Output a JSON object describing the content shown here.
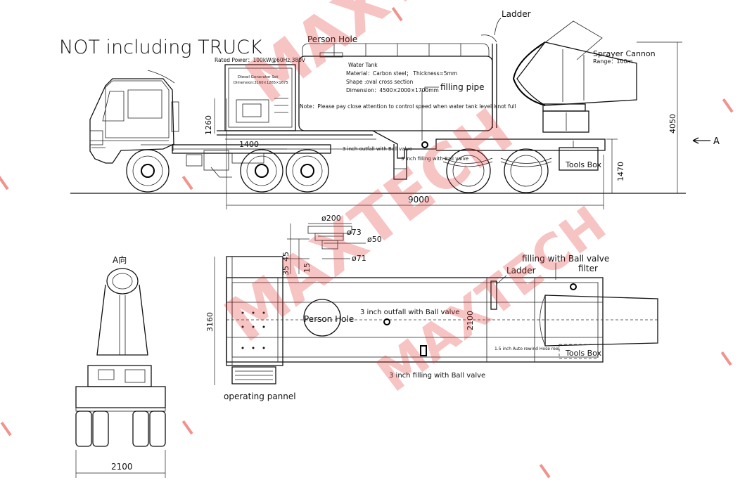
{
  "header": {
    "note": "NOT including TRUCK"
  },
  "side_view": {
    "rated_power": "Rated Power：100kW@60Hz,380V",
    "generator_label_1": "Diesel Generator Set",
    "generator_label_2": "Dimension:3160×1265×1675",
    "person_hole": "Person Hole",
    "ladder": "Ladder",
    "sprayer": "Sprayer Cannon",
    "range": "Range：100m",
    "tank_title": "Water Tank",
    "tank_material": "Material：Carbon steel； Thickness=5mm",
    "tank_shape": "Shape :oval cross section",
    "tank_dimension": "Dimension：4500×2000×1700mm",
    "filling_pipe": "filling pipe",
    "note": "Note：Please pay close attention to control speed when water tank level isnot full",
    "outfall": "3 inch outfall with Ball valve",
    "filling_ball": "3 inch filling with Ball valve",
    "tools_box": "Tools Box",
    "arrow_label": "A",
    "dim_1260": "1260",
    "dim_1400": "1400",
    "dim_1470": "1470",
    "dim_4050": "4050",
    "dim_9000": "9000"
  },
  "detail": {
    "d200": "ø200",
    "d73": "ø73",
    "d50": "ø50",
    "d71": "ø71",
    "h45": "45",
    "h35": "35",
    "h15": "15"
  },
  "top_view": {
    "filling_ball_valve": "filling with Ball valve",
    "ladder": "Ladder",
    "filter": "filter",
    "person_hole": "Person Hole",
    "outfall": "3 inch outfall  with Ball valve",
    "filling": "3 inch filling with Ball valve",
    "hose_reel": "1.5 inch Auto rewind Hose reel",
    "tools_box": "Tools Box",
    "operating_panel": "operating pannel",
    "dim_3160": "3160",
    "dim_2100": "2100"
  },
  "end_view": {
    "title": "A向",
    "dim_2100": "2100"
  },
  "watermark": {
    "text": "MAXTECH"
  },
  "colors": {
    "line": "#111111",
    "watermark": "#e0302b",
    "background": "#ffffff"
  }
}
